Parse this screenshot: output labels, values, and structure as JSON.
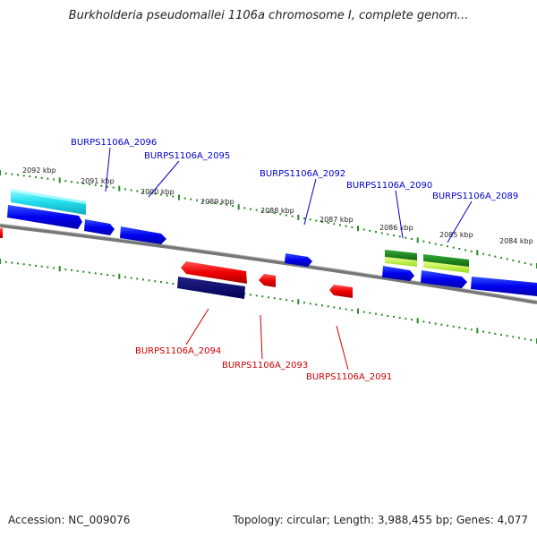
{
  "header": {
    "title": "Burkholderia pseudomallei 1106a chromosome I, complete genom..."
  },
  "footer": {
    "accession": "Accession: NC_009076",
    "summary": "Topology: circular; Length: 3,988,455 bp; Genes: 4,077"
  },
  "colors": {
    "forward_label": "#0000cc",
    "reverse_label": "#cc0000",
    "backbone": "#888888",
    "ticks": "#2a8a2a"
  },
  "scale_labels": [
    "2092 kbp",
    "2091 kbp",
    "2090 kbp",
    "2089 kbp",
    "2088 kbp",
    "2087 kbp",
    "2086 kbp",
    "2085 kbp",
    "2084 kbp"
  ],
  "gene_labels": {
    "forward": [
      "BURPS1106A_2096",
      "BURPS1106A_2095",
      "BURPS1106A_2092",
      "BURPS1106A_2090",
      "BURPS1106A_2089"
    ],
    "reverse": [
      "BURPS1106A_2094",
      "BURPS1106A_2093",
      "BURPS1106A_2091"
    ]
  }
}
